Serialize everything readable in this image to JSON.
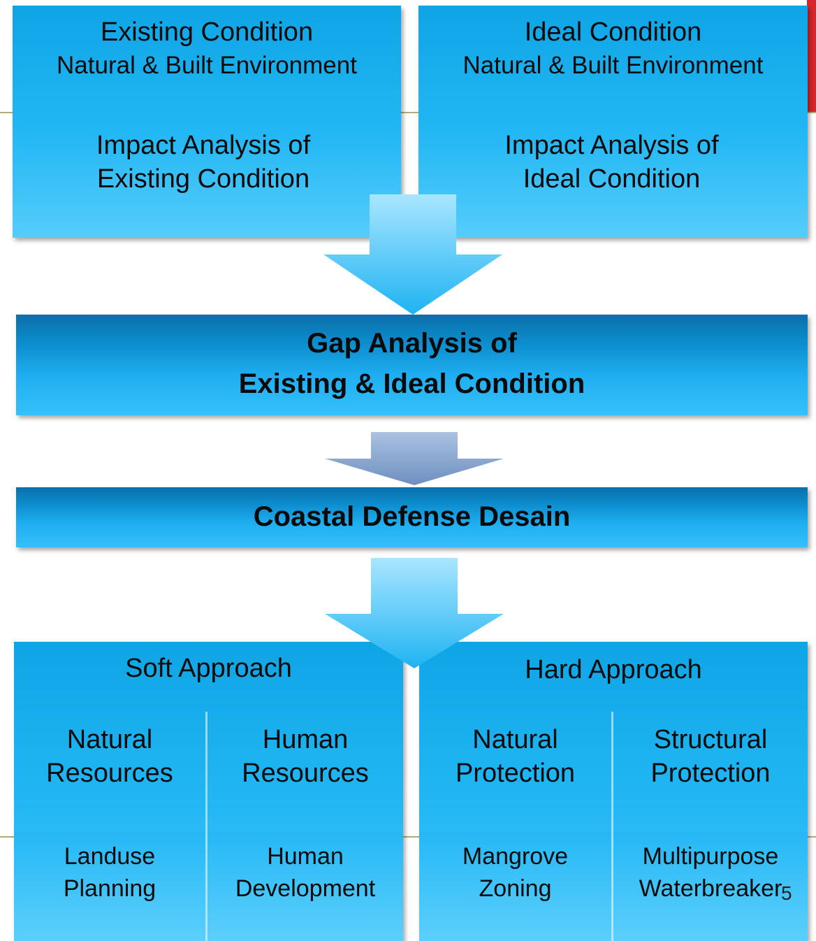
{
  "colors": {
    "box_light": "#22b7f4",
    "box_dark": "#0b6fa8",
    "arrow_grey": "#7b9fc9"
  },
  "top": {
    "existing": {
      "title": "Existing Condition",
      "subtitle": "Natural & Built Environment",
      "impact": "Impact Analysis of\nExisting Condition"
    },
    "ideal": {
      "title": "Ideal Condition",
      "subtitle": "Natural & Built Environment",
      "impact": "Impact Analysis of\nIdeal Condition"
    }
  },
  "gap": {
    "line1": "Gap Analysis of",
    "line2": "Existing & Ideal Condition"
  },
  "design": {
    "title": "Coastal Defense Desain"
  },
  "soft": {
    "title": "Soft Approach",
    "col1": {
      "label": "Natural\nResources",
      "detail": "Landuse\nPlanning"
    },
    "col2": {
      "label": "Human\nResources",
      "detail": "Human\nDevelopment"
    }
  },
  "hard": {
    "title": "Hard Approach",
    "col1": {
      "label": "Natural\nProtection",
      "detail": "Mangrove\nZoning"
    },
    "col2": {
      "label": "Structural\nProtection",
      "detail": "Multipurpose\nWaterbreaker"
    }
  },
  "slide_number": "5"
}
